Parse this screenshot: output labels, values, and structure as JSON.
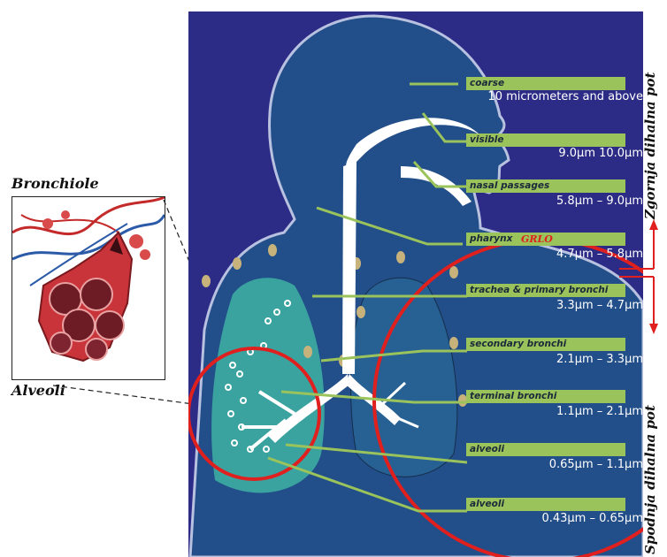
{
  "inset": {
    "label_top": "Bronchiole",
    "label_bottom": "Alveoli"
  },
  "side_labels": {
    "upper": "Zgornja dihalna pot",
    "lower": "Spodnja dihalna pot"
  },
  "callouts": [
    {
      "tag": "coarse",
      "range": "10 micrometers and above"
    },
    {
      "tag": "visible",
      "range": "9.0µm   10.0µm"
    },
    {
      "tag": "nasal passages",
      "range": "5.8µm – 9.0µm"
    },
    {
      "tag": "pharynx",
      "note": "GRLO",
      "range": "4.7µm – 5.8µm"
    },
    {
      "tag": "trachea & primary bronchi",
      "range": "3.3µm – 4.7µm"
    },
    {
      "tag": "secondary bronchi",
      "range": "2.1µm – 3.3µm"
    },
    {
      "tag": "terminal bronchi",
      "range": "1.1µm – 2.1µm"
    },
    {
      "tag": "alveoli",
      "range": "0.65µm – 1.1µm"
    },
    {
      "tag": "alveoli",
      "range": "0.43µm – 0.65µm"
    }
  ],
  "colors": {
    "background": "#2c2b86",
    "tag": "#9bc35b",
    "highlight": "#e0201e",
    "airway": "#ffffff",
    "lung": "#3aa3a0"
  }
}
